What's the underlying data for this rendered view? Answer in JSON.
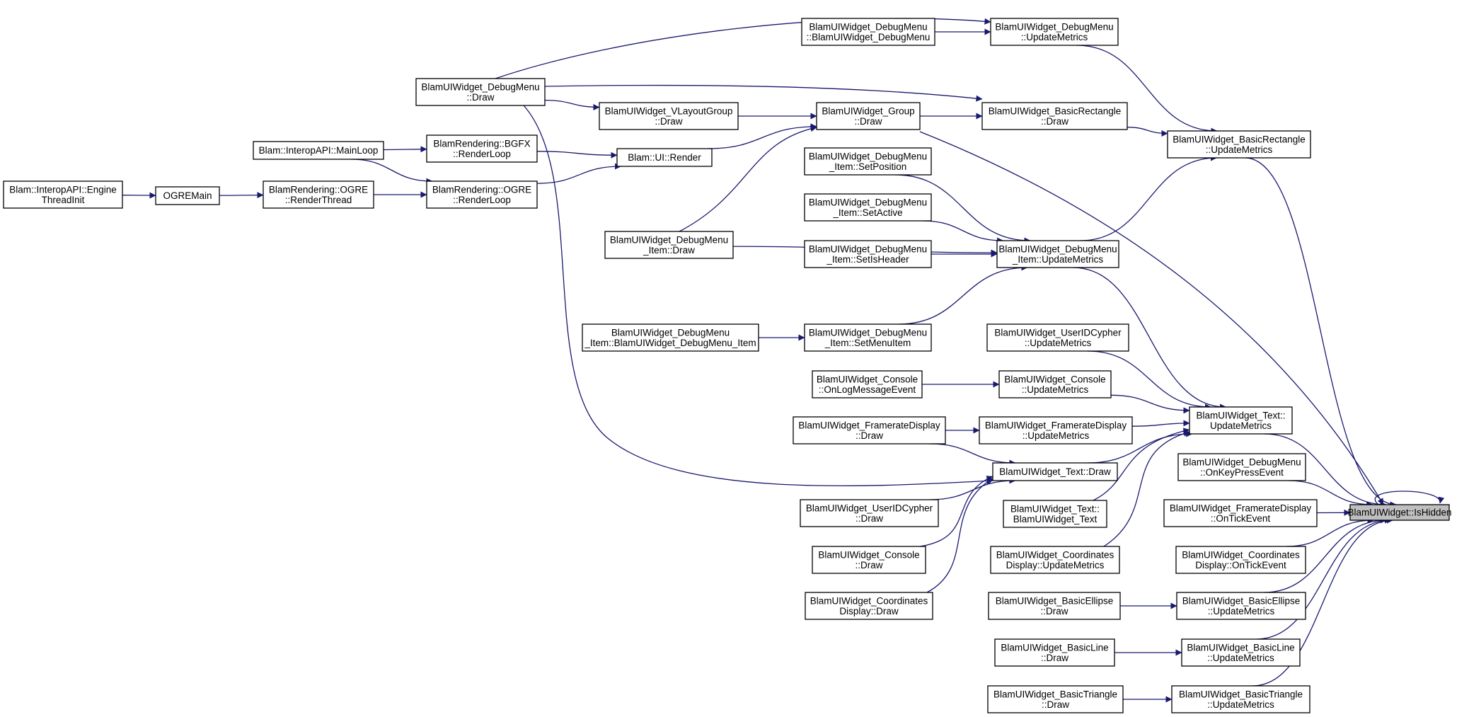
{
  "diagram": {
    "type": "doxygen-caller-graph",
    "focus_node": "n_ishidden",
    "colors": {
      "edge": "#191970",
      "focus_fill": "#bfbfbf",
      "box_stroke": "#000000",
      "background": "#ffffff"
    },
    "nodes": [
      {
        "id": "n_ishidden",
        "lines": [
          "BlamUIWidget::IsHidden"
        ],
        "focus": true
      },
      {
        "id": "n_brect_um",
        "lines": [
          "BlamUIWidget_BasicRectangle",
          "::UpdateMetrics"
        ]
      },
      {
        "id": "n_text_um",
        "lines": [
          "BlamUIWidget_Text::",
          "UpdateMetrics"
        ]
      },
      {
        "id": "n_dm_onkey",
        "lines": [
          "BlamUIWidget_DebugMenu",
          "::OnKeyPressEvent"
        ]
      },
      {
        "id": "n_fd_ontick",
        "lines": [
          "BlamUIWidget_FramerateDisplay",
          "::OnTickEvent"
        ]
      },
      {
        "id": "n_cd_ontick",
        "lines": [
          "BlamUIWidget_Coordinates",
          "Display::OnTickEvent"
        ]
      },
      {
        "id": "n_bell_um",
        "lines": [
          "BlamUIWidget_BasicEllipse",
          "::UpdateMetrics"
        ]
      },
      {
        "id": "n_bline_um",
        "lines": [
          "BlamUIWidget_BasicLine",
          "::UpdateMetrics"
        ]
      },
      {
        "id": "n_btri_um",
        "lines": [
          "BlamUIWidget_BasicTriangle",
          "::UpdateMetrics"
        ]
      },
      {
        "id": "n_dm_um",
        "lines": [
          "BlamUIWidget_DebugMenu",
          "::UpdateMetrics"
        ]
      },
      {
        "id": "n_dm_ctor",
        "lines": [
          "BlamUIWidget_DebugMenu",
          "::BlamUIWidget_DebugMenu"
        ]
      },
      {
        "id": "n_brect_draw",
        "lines": [
          "BlamUIWidget_BasicRectangle",
          "::Draw"
        ]
      },
      {
        "id": "n_group_draw",
        "lines": [
          "BlamUIWidget_Group",
          "::Draw"
        ]
      },
      {
        "id": "n_vlg_draw",
        "lines": [
          "BlamUIWidget_VLayoutGroup",
          "::Draw"
        ]
      },
      {
        "id": "n_dm_draw",
        "lines": [
          "BlamUIWidget_DebugMenu",
          "::Draw"
        ]
      },
      {
        "id": "n_ui_render",
        "lines": [
          "Blam::UI::Render"
        ]
      },
      {
        "id": "n_bgfx_rl",
        "lines": [
          "BlamRendering::BGFX",
          "::RenderLoop"
        ]
      },
      {
        "id": "n_ogre_rl",
        "lines": [
          "BlamRendering::OGRE",
          "::RenderLoop"
        ]
      },
      {
        "id": "n_ogre_rt",
        "lines": [
          "BlamRendering::OGRE",
          "::RenderThread"
        ]
      },
      {
        "id": "n_mainloop",
        "lines": [
          "Blam::InteropAPI::MainLoop"
        ]
      },
      {
        "id": "n_ogremain",
        "lines": [
          "OGREMain"
        ]
      },
      {
        "id": "n_engine_ti",
        "lines": [
          "Blam::InteropAPI::Engine",
          "ThreadInit"
        ]
      },
      {
        "id": "n_dmi_um",
        "lines": [
          "BlamUIWidget_DebugMenu",
          "_Item::UpdateMetrics"
        ]
      },
      {
        "id": "n_dmi_setpos",
        "lines": [
          "BlamUIWidget_DebugMenu",
          "_Item::SetPosition"
        ]
      },
      {
        "id": "n_dmi_setact",
        "lines": [
          "BlamUIWidget_DebugMenu",
          "_Item::SetActive"
        ]
      },
      {
        "id": "n_dmi_sethdr",
        "lines": [
          "BlamUIWidget_DebugMenu",
          "_Item::SetIsHeader"
        ]
      },
      {
        "id": "n_dmi_draw",
        "lines": [
          "BlamUIWidget_DebugMenu",
          "_Item::Draw"
        ]
      },
      {
        "id": "n_dmi_setmi",
        "lines": [
          "BlamUIWidget_DebugMenu",
          "_Item::SetMenuItem"
        ]
      },
      {
        "id": "n_dmi_ctor",
        "lines": [
          "BlamUIWidget_DebugMenu",
          "_Item::BlamUIWidget_DebugMenu_Item"
        ]
      },
      {
        "id": "n_uidc_um",
        "lines": [
          "BlamUIWidget_UserIDCypher",
          "::UpdateMetrics"
        ]
      },
      {
        "id": "n_con_um",
        "lines": [
          "BlamUIWidget_Console",
          "::UpdateMetrics"
        ]
      },
      {
        "id": "n_con_onlog",
        "lines": [
          "BlamUIWidget_Console",
          "::OnLogMessageEvent"
        ]
      },
      {
        "id": "n_fd_um",
        "lines": [
          "BlamUIWidget_FramerateDisplay",
          "::UpdateMetrics"
        ]
      },
      {
        "id": "n_fd_draw",
        "lines": [
          "BlamUIWidget_FramerateDisplay",
          "::Draw"
        ]
      },
      {
        "id": "n_text_draw",
        "lines": [
          "BlamUIWidget_Text::Draw"
        ]
      },
      {
        "id": "n_text_ctor",
        "lines": [
          "BlamUIWidget_Text::",
          "BlamUIWidget_Text"
        ]
      },
      {
        "id": "n_cd_um",
        "lines": [
          "BlamUIWidget_Coordinates",
          "Display::UpdateMetrics"
        ]
      },
      {
        "id": "n_uidc_draw",
        "lines": [
          "BlamUIWidget_UserIDCypher",
          "::Draw"
        ]
      },
      {
        "id": "n_con_draw",
        "lines": [
          "BlamUIWidget_Console",
          "::Draw"
        ]
      },
      {
        "id": "n_cd_draw",
        "lines": [
          "BlamUIWidget_Coordinates",
          "Display::Draw"
        ]
      },
      {
        "id": "n_bell_draw",
        "lines": [
          "BlamUIWidget_BasicEllipse",
          "::Draw"
        ]
      },
      {
        "id": "n_bline_draw",
        "lines": [
          "BlamUIWidget_BasicLine",
          "::Draw"
        ]
      },
      {
        "id": "n_btri_draw",
        "lines": [
          "BlamUIWidget_BasicTriangle",
          "::Draw"
        ]
      }
    ],
    "edges": [
      {
        "from": "n_ishidden",
        "to": "n_ishidden"
      },
      {
        "from": "n_brect_um",
        "to": "n_ishidden"
      },
      {
        "from": "n_text_um",
        "to": "n_ishidden"
      },
      {
        "from": "n_dm_onkey",
        "to": "n_ishidden"
      },
      {
        "from": "n_fd_ontick",
        "to": "n_ishidden"
      },
      {
        "from": "n_cd_ontick",
        "to": "n_ishidden"
      },
      {
        "from": "n_bell_um",
        "to": "n_ishidden"
      },
      {
        "from": "n_bline_um",
        "to": "n_ishidden"
      },
      {
        "from": "n_btri_um",
        "to": "n_ishidden"
      },
      {
        "from": "n_group_draw",
        "to": "n_ishidden"
      },
      {
        "from": "n_dm_um",
        "to": "n_brect_um"
      },
      {
        "from": "n_brect_draw",
        "to": "n_brect_um"
      },
      {
        "from": "n_dmi_um",
        "to": "n_brect_um"
      },
      {
        "from": "n_dm_ctor",
        "to": "n_dm_um"
      },
      {
        "from": "n_dm_draw",
        "to": "n_dm_um"
      },
      {
        "from": "n_group_draw",
        "to": "n_brect_draw"
      },
      {
        "from": "n_dm_draw",
        "to": "n_brect_draw"
      },
      {
        "from": "n_dm_draw",
        "to": "n_vlg_draw"
      },
      {
        "from": "n_vlg_draw",
        "to": "n_group_draw"
      },
      {
        "from": "n_ui_render",
        "to": "n_group_draw"
      },
      {
        "from": "n_dmi_draw",
        "to": "n_group_draw"
      },
      {
        "from": "n_bgfx_rl",
        "to": "n_ui_render"
      },
      {
        "from": "n_ogre_rl",
        "to": "n_ui_render"
      },
      {
        "from": "n_mainloop",
        "to": "n_bgfx_rl"
      },
      {
        "from": "n_mainloop",
        "to": "n_ogre_rl"
      },
      {
        "from": "n_ogre_rt",
        "to": "n_ogre_rl"
      },
      {
        "from": "n_ogremain",
        "to": "n_ogre_rt"
      },
      {
        "from": "n_engine_ti",
        "to": "n_ogremain"
      },
      {
        "from": "n_dmi_setpos",
        "to": "n_dmi_um"
      },
      {
        "from": "n_dmi_setact",
        "to": "n_dmi_um"
      },
      {
        "from": "n_dmi_sethdr",
        "to": "n_dmi_um"
      },
      {
        "from": "n_dmi_draw",
        "to": "n_dmi_um"
      },
      {
        "from": "n_dmi_setmi",
        "to": "n_dmi_um"
      },
      {
        "from": "n_dmi_ctor",
        "to": "n_dmi_setmi"
      },
      {
        "from": "n_dmi_um",
        "to": "n_text_um"
      },
      {
        "from": "n_uidc_um",
        "to": "n_text_um"
      },
      {
        "from": "n_con_um",
        "to": "n_text_um"
      },
      {
        "from": "n_fd_um",
        "to": "n_text_um"
      },
      {
        "from": "n_text_draw",
        "to": "n_text_um"
      },
      {
        "from": "n_text_ctor",
        "to": "n_text_um"
      },
      {
        "from": "n_cd_um",
        "to": "n_text_um"
      },
      {
        "from": "n_con_onlog",
        "to": "n_con_um"
      },
      {
        "from": "n_fd_draw",
        "to": "n_fd_um"
      },
      {
        "from": "n_fd_draw",
        "to": "n_text_draw"
      },
      {
        "from": "n_uidc_draw",
        "to": "n_text_draw"
      },
      {
        "from": "n_con_draw",
        "to": "n_text_draw"
      },
      {
        "from": "n_cd_draw",
        "to": "n_text_draw"
      },
      {
        "from": "n_dm_draw",
        "to": "n_text_draw"
      },
      {
        "from": "n_bell_draw",
        "to": "n_bell_um"
      },
      {
        "from": "n_bline_draw",
        "to": "n_bline_um"
      },
      {
        "from": "n_btri_draw",
        "to": "n_btri_um"
      }
    ]
  }
}
